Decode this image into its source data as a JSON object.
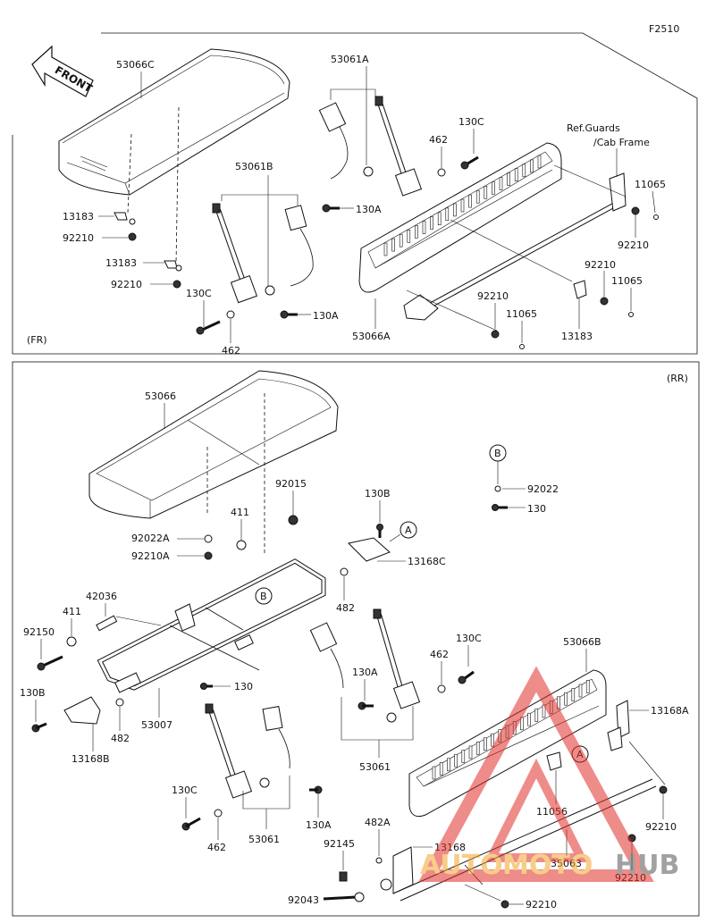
{
  "figure_code": "F2510",
  "front_badge": "FRONT",
  "sections": {
    "fr": {
      "tag": "(FR)"
    },
    "rr": {
      "tag": "(RR)"
    }
  },
  "ref_note": {
    "line1": "Ref.Guards",
    "line2": "/Cab Frame"
  },
  "watermark": {
    "part1": "AUTO",
    "part2": "MOTO",
    "part3": "HUB"
  },
  "parts_fr": {
    "p53066C": "53066C",
    "p53061A": "53061A",
    "p53061B": "53061B",
    "p130C_a": "130C",
    "p462_a": "462",
    "p130C_b": "130C",
    "p462_b": "462",
    "p130A_a": "130A",
    "p130A_b": "130A",
    "p13183_a": "13183",
    "p92210_a": "92210",
    "p13183_b": "13183",
    "p92210_b": "92210",
    "p53066A": "53066A",
    "p11065_a": "11065",
    "p92210_c": "92210",
    "p92210_d": "92210",
    "p11065_b": "11065",
    "p92210_e": "92210",
    "p11065_c": "11065",
    "p13183_c": "13183"
  },
  "parts_rr": {
    "p53066": "53066",
    "b_marker": "B",
    "p92022": "92022",
    "p130": "130",
    "p92015": "92015",
    "p130B_a": "130B",
    "p411_a": "411",
    "a_marker": "A",
    "p13168C": "13168C",
    "p92022A": "92022A",
    "p92210A": "92210A",
    "b_marker2": "B",
    "p482_a": "482",
    "p42036": "42036",
    "p411_b": "411",
    "p92150": "92150",
    "p130A": "130A",
    "p130C_c": "130C",
    "p462_c": "462",
    "p53066B": "53066B",
    "p13168A": "13168A",
    "p130B_b": "130B",
    "p130_b": "130",
    "p482_b": "482",
    "p53007": "53007",
    "p13168B": "13168B",
    "p53061_a": "53061",
    "a_marker2": "A",
    "p11056": "11056",
    "p130C_d": "130C",
    "p462_d": "462",
    "p53061_b": "53061",
    "p130A_c": "130A",
    "p482A": "482A",
    "p92145": "92145",
    "p13168": "13168",
    "p35063": "35063",
    "p92210_f": "92210",
    "p92210_g": "92210",
    "p92043": "92043",
    "p92210_h": "92210"
  }
}
